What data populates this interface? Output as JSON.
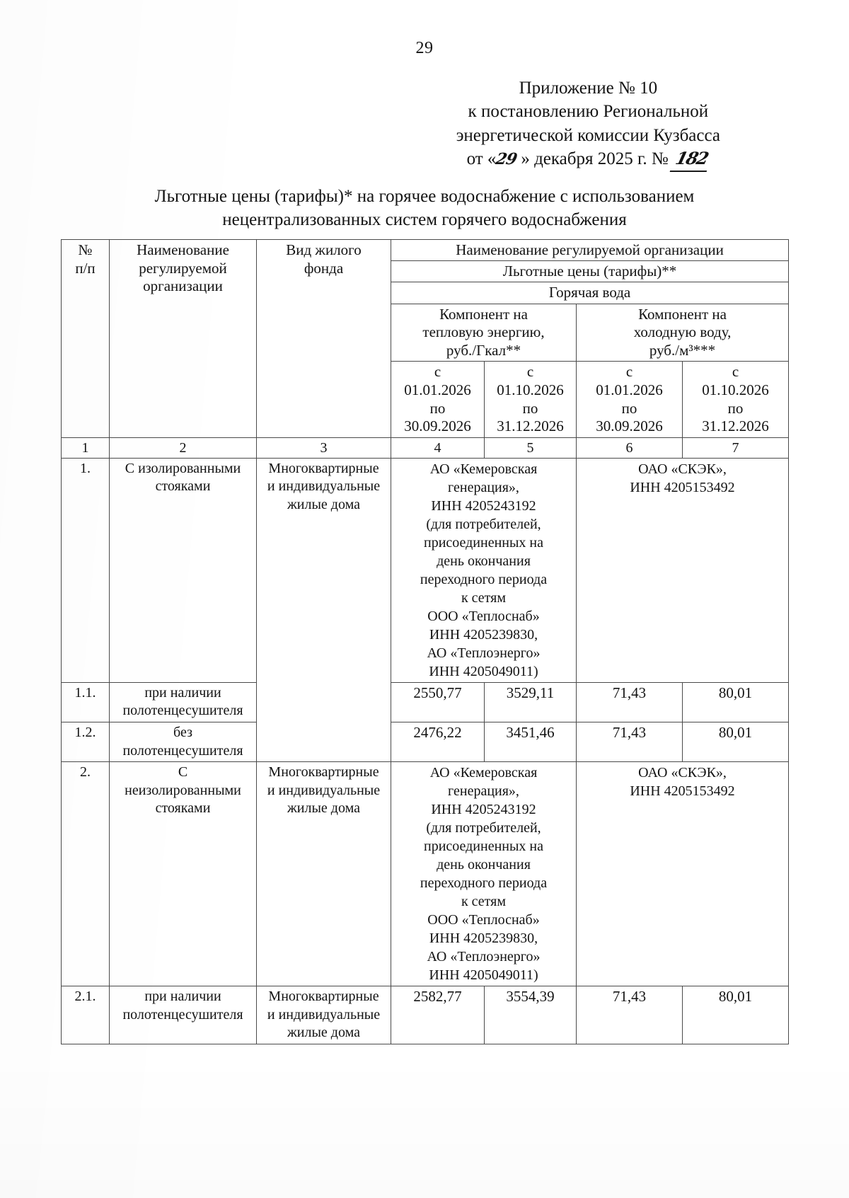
{
  "page": {
    "number": "29"
  },
  "appendix": {
    "line1": "Приложение № 10",
    "line2": "к постановлению Региональной",
    "line3": "энергетической комиссии Кузбасса",
    "line4_prefix": "от «",
    "line4_day": "29",
    "line4_middle": "» декабря 2025 г. №",
    "line4_number": "182"
  },
  "title": {
    "line1": "Льготные цены (тарифы)* на горячее водоснабжение с использованием",
    "line2": "нецентрализованных систем горячего водоснабжения"
  },
  "table": {
    "header": {
      "org_title": "Наименование регулируемой организации",
      "tariffs_title": "Льготные цены (тарифы)**",
      "hot_water": "Горячая вода",
      "col_num": "№\nп/п",
      "col_num_l1": "№",
      "col_num_l2": "п/п",
      "col_org_l1": "Наименование",
      "col_org_l2": "регулируемой",
      "col_org_l3": "организации",
      "col_fund_l1": "Вид жилого",
      "col_fund_l2": "фонда",
      "comp_heat_l1": "Компонент на",
      "comp_heat_l2": "тепловую энергию,",
      "comp_heat_l3": "руб./Гкал**",
      "comp_cold_l1": "Компонент на",
      "comp_cold_l2": "холодную воду,",
      "comp_cold_l3": "руб./м³***",
      "period1": {
        "l1": "с",
        "l2": "01.01.2026",
        "l3": "по",
        "l4": "30.09.2026"
      },
      "period2": {
        "l1": "с",
        "l2": "01.10.2026",
        "l3": "по",
        "l4": "31.12.2026"
      },
      "period3": {
        "l1": "с",
        "l2": "01.01.2026",
        "l3": "по",
        "l4": "30.09.2026"
      },
      "period4": {
        "l1": "с",
        "l2": "01.10.2026",
        "l3": "по",
        "l4": "31.12.2026"
      }
    },
    "column_numbers": [
      "1",
      "2",
      "3",
      "4",
      "5",
      "6",
      "7"
    ],
    "org_heat_block": [
      "АО «Кемеровская",
      "генерация»,",
      "ИНН 4205243192",
      "(для потребителей,",
      "присоединенных на",
      "день окончания",
      "переходного периода",
      "к сетям",
      "ООО «Теплоснаб»",
      "ИНН 4205239830,",
      "АО «Теплоэнерго»",
      "ИНН 4205049011)"
    ],
    "org_cold_block": [
      "ОАО «СКЭК»,",
      "ИНН 4205153492"
    ],
    "housing_fund": [
      "Многоквартирные",
      "и индивидуальные",
      "жилые дома"
    ],
    "rows": [
      {
        "num": "1.",
        "name_l1": "С изолированными",
        "name_l2": "стояками"
      },
      {
        "num": "1.1.",
        "name_l1": "при наличии",
        "name_l2": "полотенцесушителя",
        "values": [
          "2550,77",
          "3529,11",
          "71,43",
          "80,01"
        ]
      },
      {
        "num": "1.2.",
        "name_l1": "без",
        "name_l2": "полотенцесушителя",
        "values": [
          "2476,22",
          "3451,46",
          "71,43",
          "80,01"
        ]
      },
      {
        "num": "2.",
        "name_l1": "С",
        "name_l2": "неизолированными",
        "name_l3": "стояками"
      },
      {
        "num": "2.1.",
        "name_l1": "при наличии",
        "name_l2": "полотенцесушителя",
        "values": [
          "2582,77",
          "3554,39",
          "71,43",
          "80,01"
        ]
      }
    ]
  }
}
